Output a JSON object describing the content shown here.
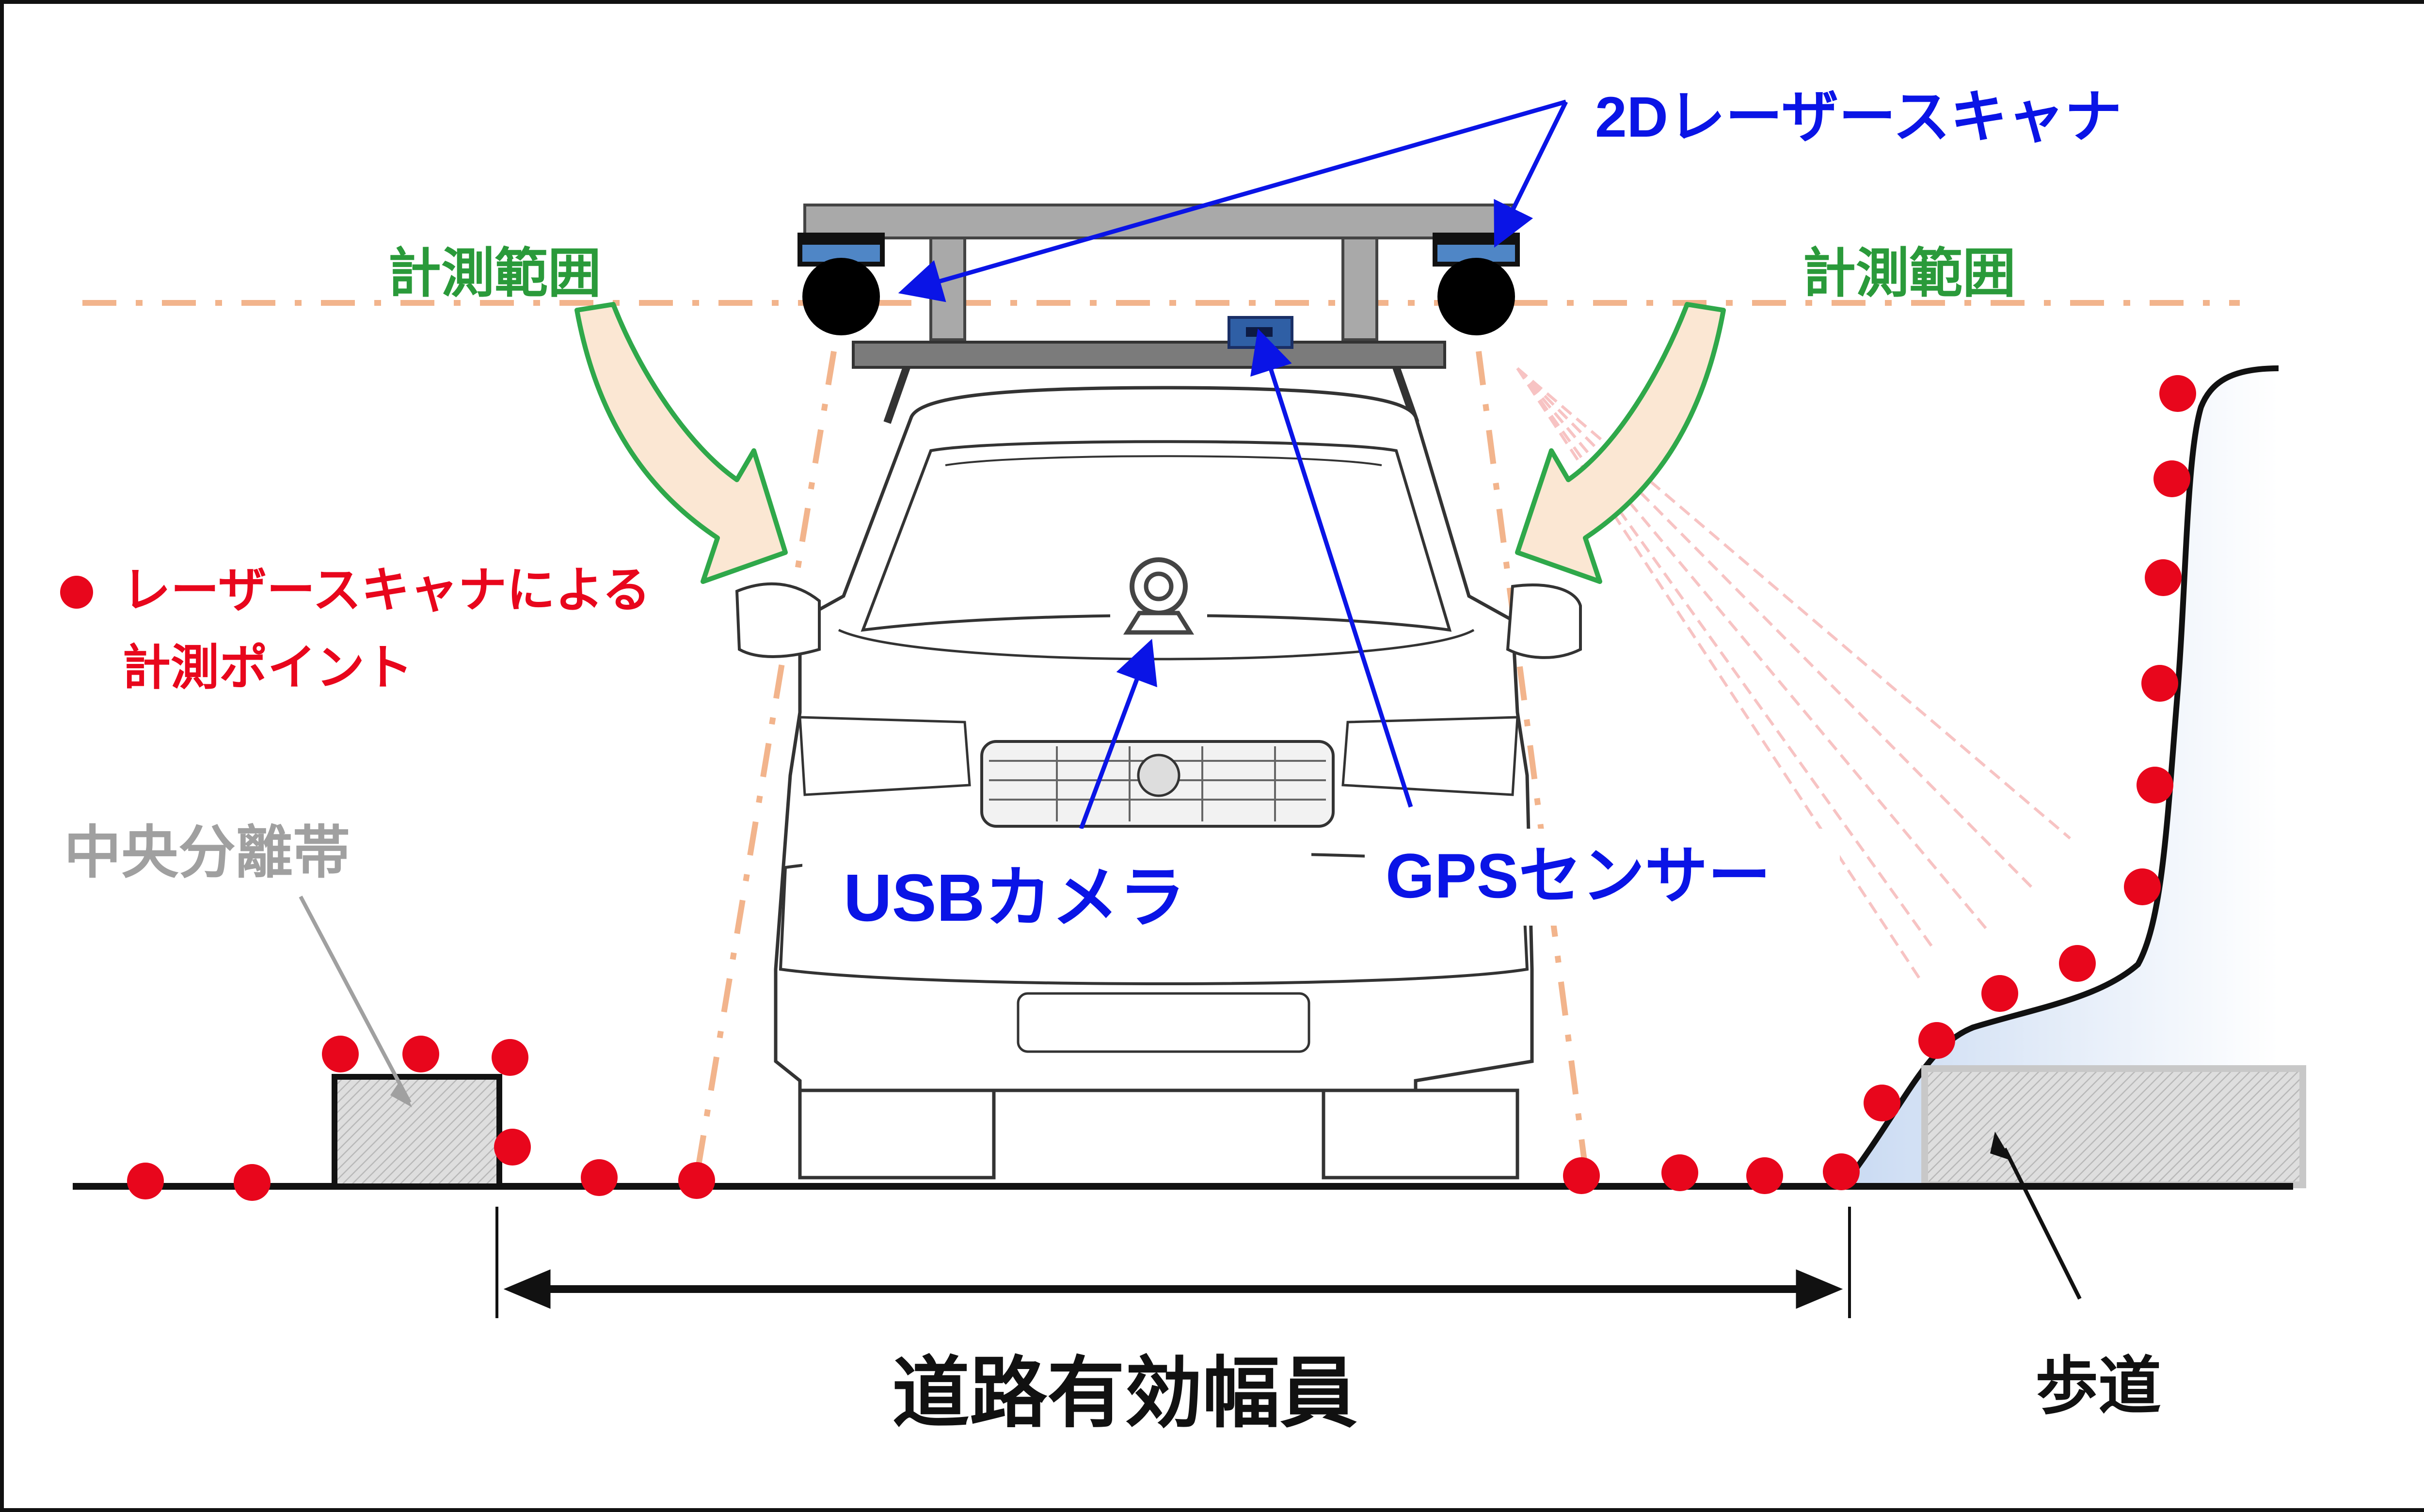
{
  "labels": {
    "scanner": "2Dレーザースキャナ",
    "range_left": "計測範囲",
    "range_right": "計測範囲",
    "points_line1": "レーザースキャナによる",
    "points_line2": "計測ポイント",
    "median": "中央分離帯",
    "camera": "USBカメラ",
    "gps": "GPSセンサー",
    "road_width": "道路有効幅員",
    "sidewalk": "歩道"
  },
  "colors": {
    "blue": "#0a14e6",
    "green": "#2a9a3a",
    "red": "#e8061c",
    "gray": "#a0a0a0",
    "black": "#111111",
    "orange_dash": "#f2b48c",
    "arrow_fill": "#fbe7d3",
    "arrow_stroke": "#2fa84a"
  },
  "icons": {
    "camera": "webcam-icon",
    "measure_point": "red-dot-icon"
  }
}
